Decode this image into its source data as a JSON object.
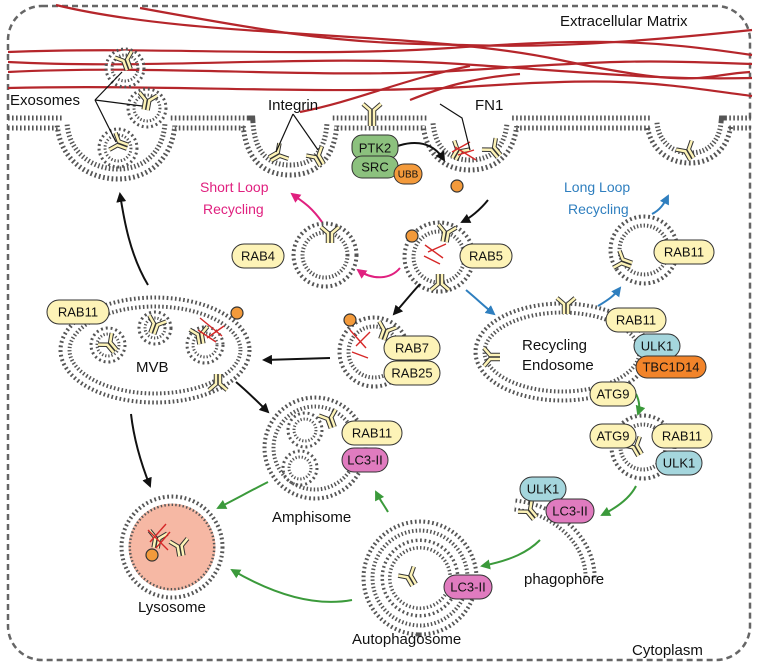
{
  "regions": {
    "extracellular": "Extracellular Matrix",
    "cytoplasm": "Cytoplasm"
  },
  "labels": {
    "exosomes": "Exosomes",
    "integrin": "Integrin",
    "fn1": "FN1",
    "ptk2": "PTK2",
    "src": "SRC",
    "ubb": "UBB",
    "short_loop_1": "Short Loop",
    "short_loop_2": "Recycling",
    "long_loop_1": "Long Loop",
    "long_loop_2": "Recycling",
    "rab4": "RAB4",
    "rab5": "RAB5",
    "rab11": "RAB11",
    "rab7": "RAB7",
    "rab25": "RAB25",
    "mvb": "MVB",
    "recycling_endosome_1": "Recycling",
    "recycling_endosome_2": "Endosome",
    "ulk1": "ULK1",
    "tbc1d14": "TBC1D14",
    "atg9": "ATG9",
    "lc3": "LC3-II",
    "amphisome": "Amphisome",
    "lysosome": "Lysosome",
    "autophagosome": "Autophagosome",
    "phagophore": "phagophore"
  },
  "colors": {
    "ecm_fiber": "#b5262b",
    "rab_fill": "#fdf3b7",
    "ptk2_fill": "#8cc17e",
    "ubb_fill": "#f39a3b",
    "ulk1_fill": "#a5d6dd",
    "tbc1d14_fill": "#f2842a",
    "lc3_fill": "#e07bbf",
    "lysosome_fill": "#f6b8a4",
    "short_loop": "#e0207f",
    "long_loop": "#2f7fbf",
    "autophagy_arrow": "#3b9a3b",
    "black_arrow": "#111111"
  }
}
